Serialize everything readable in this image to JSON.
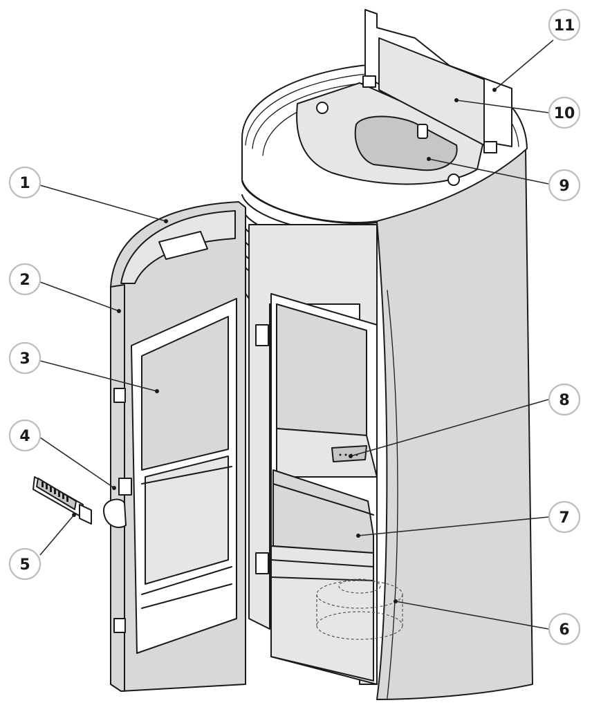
{
  "callouts": [
    {
      "id": "1",
      "label": "1"
    },
    {
      "id": "2",
      "label": "2"
    },
    {
      "id": "3",
      "label": "3"
    },
    {
      "id": "4",
      "label": "4"
    },
    {
      "id": "5",
      "label": "5"
    },
    {
      "id": "6",
      "label": "6"
    },
    {
      "id": "7",
      "label": "7"
    },
    {
      "id": "8",
      "label": "8"
    },
    {
      "id": "9",
      "label": "9"
    },
    {
      "id": "10",
      "label": "10"
    },
    {
      "id": "11",
      "label": "11"
    }
  ],
  "colors": {
    "line": "#1a1a1a",
    "panel": "#d8d8d8",
    "badge_border": "#bdbdbd",
    "background": "#ffffff"
  }
}
